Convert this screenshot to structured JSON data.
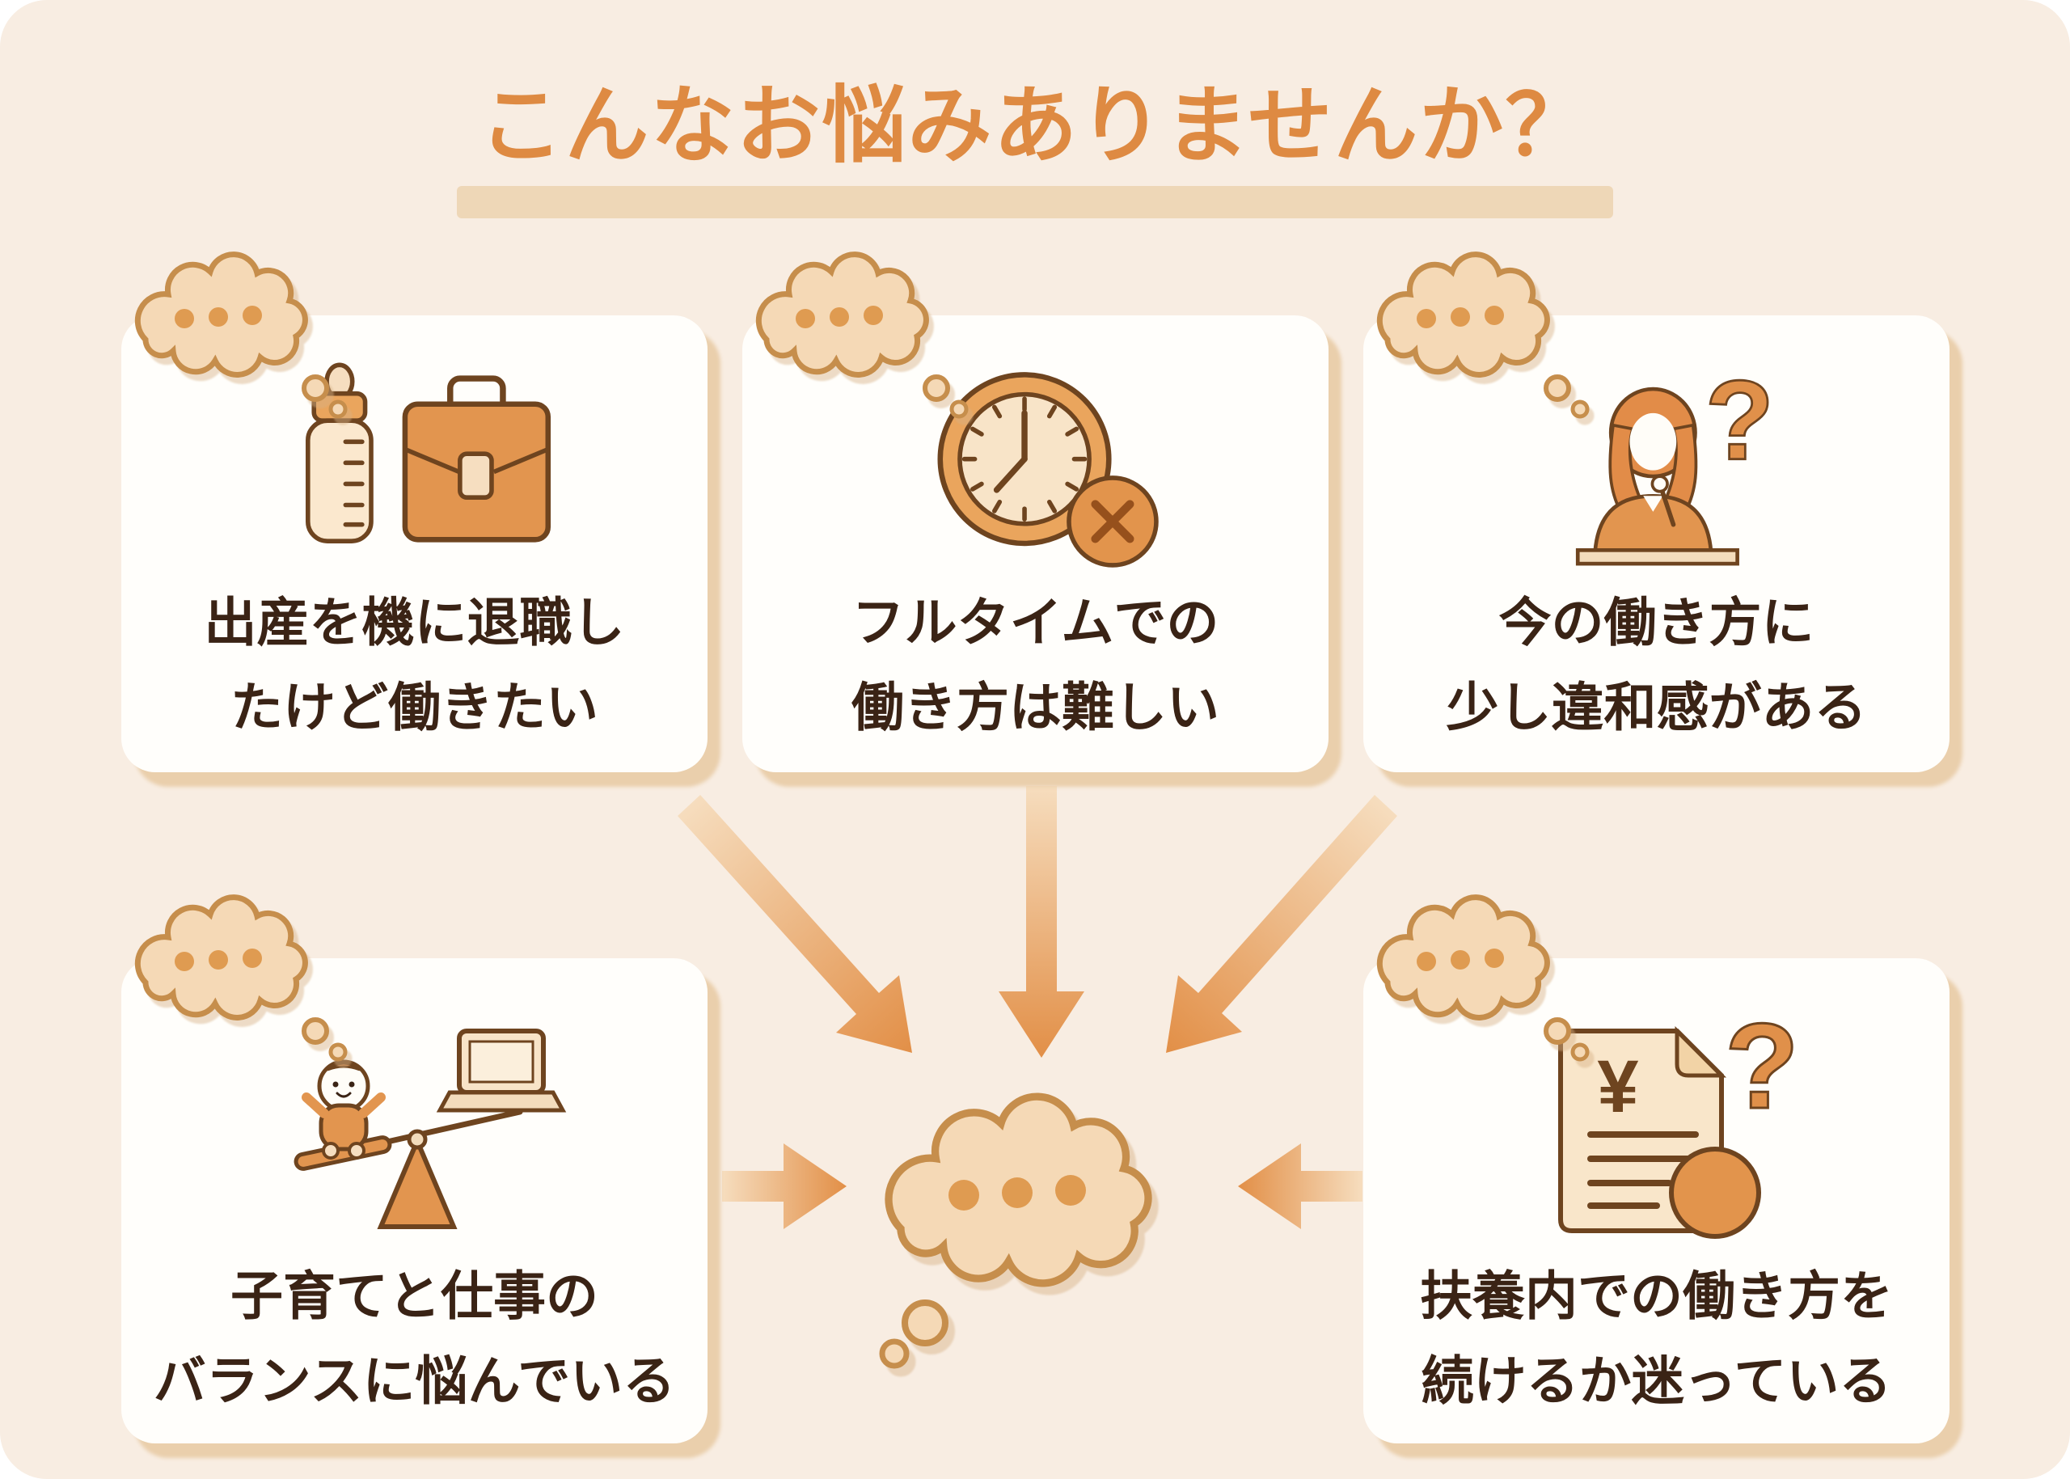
{
  "title": {
    "text": "こんなお悩みありませんか？"
  },
  "cards": [
    {
      "id": "quit-after-childbirth",
      "icon": "baby-bottle-briefcase-icon",
      "lines": [
        "出産を機に退職し",
        "たけど働きたい"
      ]
    },
    {
      "id": "fulltime-difficult",
      "icon": "clock-x-icon",
      "lines": [
        "フルタイムでの",
        "働き方は難しい"
      ]
    },
    {
      "id": "workstyle-discomfort",
      "icon": "thinking-woman-question-icon",
      "lines": [
        "今の働き方に",
        "少し違和感がある"
      ]
    },
    {
      "id": "childcare-work-balance",
      "icon": "baby-laptop-seesaw-icon",
      "lines": [
        "子育てと仕事の",
        "バランスに悩んでいる"
      ]
    },
    {
      "id": "dependent-limit-workstyle",
      "icon": "yen-document-question-icon",
      "lines": [
        "扶養内での働き方を",
        "続けるか迷っている"
      ]
    }
  ],
  "center_bubble": {
    "icon": "thought-cloud-ellipsis-icon",
    "dot_count": 3
  },
  "colors": {
    "background": "#F8EDE2",
    "card_background": "#FFFEFB",
    "card_shadow": "#EACFAC",
    "title_orange": "#DE8A42",
    "title_underline": "#EED7B7",
    "text_dark": "#3A2315",
    "icon_orange": "#E2954F",
    "icon_orange_deep": "#E2944C",
    "icon_light": "#F8E4C8",
    "icon_outline": "#6E441F",
    "cloud_fill": "#F5D9B6",
    "cloud_stroke": "#C68E4C",
    "cloud_dot": "#DF9B51",
    "arrow_tail": "#F6DDBE",
    "arrow_head": "#E28F47"
  }
}
